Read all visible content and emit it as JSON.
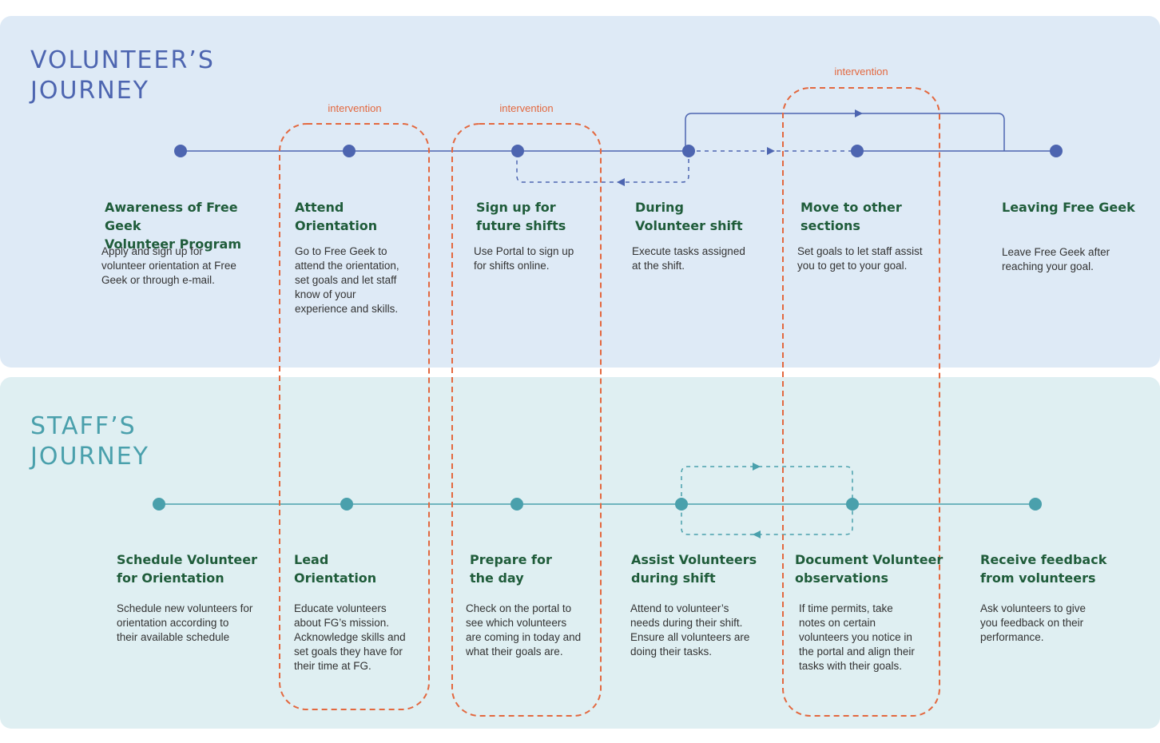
{
  "volunteer_journey": {
    "title": "VOLUNTEER’S\nJOURNEY",
    "steps": [
      {
        "title": "Awareness of Free Geek\nVolunteer Program",
        "description": "Apply and sign up for\nvolunteer orientation at Free\nGeek or through e-mail."
      },
      {
        "title": "Attend\nOrientation",
        "description": "Go to Free Geek to\nattend the orientation,\nset goals and  let staff\nknow of your\nexperience and skills."
      },
      {
        "title": "Sign up for\nfuture shifts",
        "description": "Use Portal to sign up\nfor shifts online."
      },
      {
        "title": "During\nVolunteer shift",
        "description": "Execute tasks assigned\nat the shift."
      },
      {
        "title": "Move to other\nsections",
        "description": "Set goals to let staff assist\nyou to get to your goal."
      },
      {
        "title": "Leaving Free Geek",
        "description": "Leave Free Geek after\nreaching your goal."
      }
    ]
  },
  "staff_journey": {
    "title": "STAFF’S\nJOURNEY",
    "steps": [
      {
        "title": "Schedule Volunteer\nfor Orientation",
        "description": "Schedule new volunteers for\norientation according to\ntheir available schedule"
      },
      {
        "title": "Lead\nOrientation",
        "description": "Educate volunteers\nabout FG’s mission.\nAcknowledge skills and\nset goals they have for\ntheir time at FG."
      },
      {
        "title": "Prepare for\nthe day",
        "description": "Check on the portal to\nsee which volunteers\nare coming in today and\nwhat their goals are."
      },
      {
        "title": "Assist Volunteers\nduring shift",
        "description": "Attend to volunteer’s\nneeds during their shift.\nEnsure all volunteers are\ndoing their tasks."
      },
      {
        "title": "Document Volunteer\nobservations",
        "description": "If time permits, take\nnotes on certain\nvolunteers you notice in\nthe portal and align their\ntasks with their goals."
      },
      {
        "title": "Receive feedback\nfrom volunteers",
        "description": "Ask volunteers to give\nyou feedback on their\nperformance."
      }
    ]
  },
  "interventions": [
    {
      "label": "intervention"
    },
    {
      "label": "intervention"
    },
    {
      "label": "intervention"
    }
  ],
  "colors": {
    "volunteer_line": "#4d65b0",
    "staff_line": "#4aa0ac",
    "intervention": "#e3683f",
    "step_title": "#1f5c3a"
  }
}
